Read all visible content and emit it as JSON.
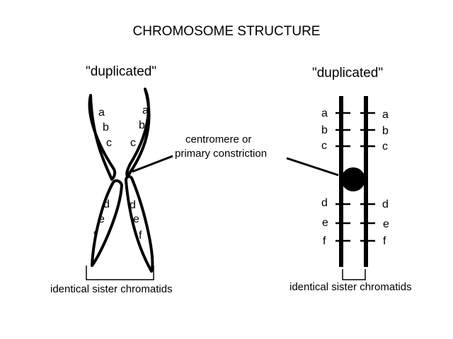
{
  "title": "CHROMOSOME STRUCTURE",
  "left": {
    "label": "\"duplicated\"",
    "caption": "identical sister chromatids",
    "upper_left_letters": [
      "a",
      "b",
      "c"
    ],
    "upper_right_letters": [
      "a",
      "b",
      "c"
    ],
    "lower_left_letters": [
      "d",
      "e",
      "f"
    ],
    "lower_right_letters": [
      "d",
      "e",
      "f"
    ]
  },
  "right": {
    "label": "\"duplicated\"",
    "caption": "identical sister chromatids",
    "left_letters": [
      "a",
      "b",
      "c",
      "d",
      "e",
      "f"
    ],
    "right_letters": [
      "a",
      "b",
      "c",
      "d",
      "e",
      "f"
    ]
  },
  "centromere_label": [
    "centromere or",
    "primary constriction"
  ],
  "colors": {
    "ink": "#000000",
    "background": "#ffffff"
  }
}
